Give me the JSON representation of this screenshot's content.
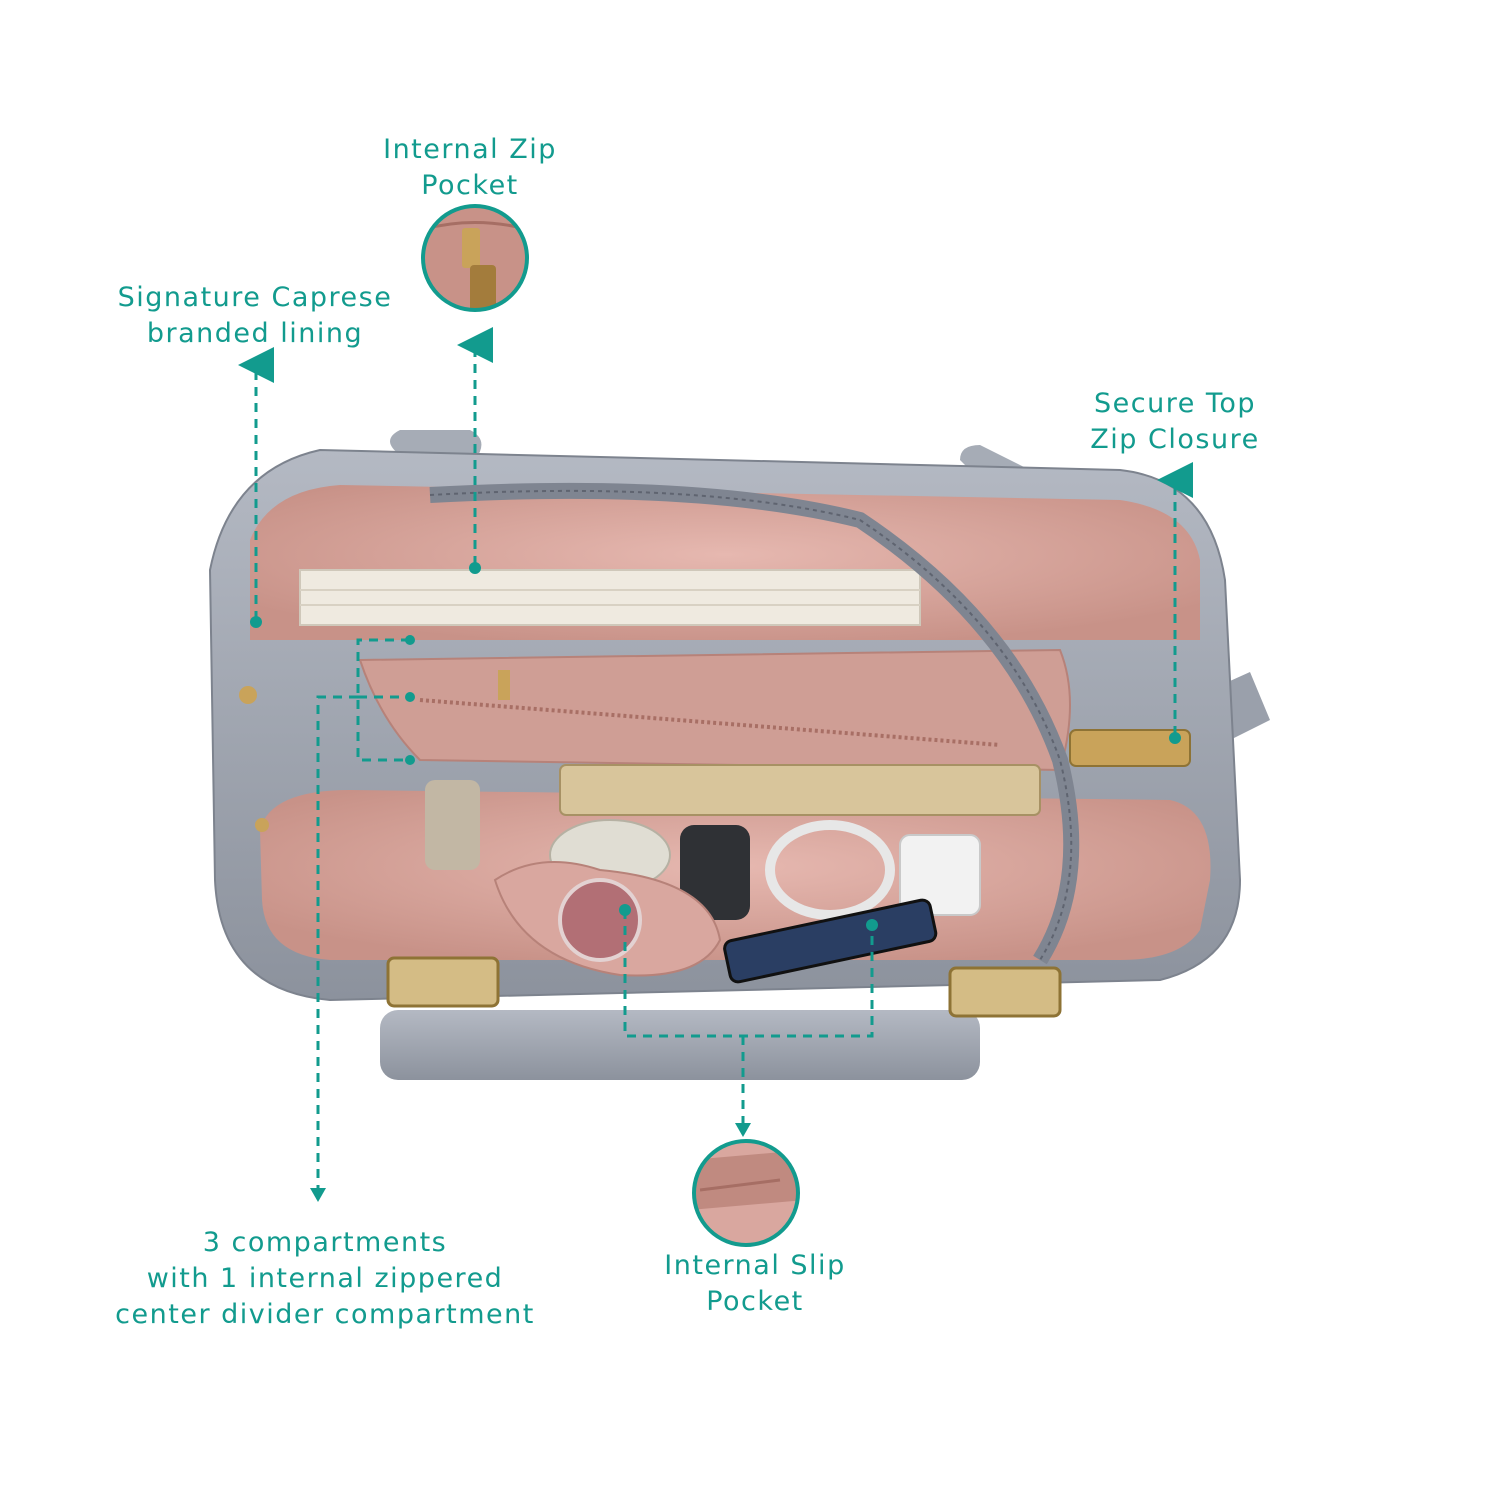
{
  "accent_color": "#129b8e",
  "lining_color": "#d9a79f",
  "bag_color": "#9aa0ab",
  "callouts": {
    "internal_zip": {
      "line1": "Internal Zip",
      "line2": "Pocket"
    },
    "lining": {
      "line1": "Signature Caprese",
      "line2": "branded lining"
    },
    "top_zip": {
      "line1": "Secure Top",
      "line2": "Zip Closure"
    },
    "compartments": {
      "line1": "3 compartments",
      "line2": "with 1 internal zippered",
      "line3": "center divider compartment"
    },
    "slip_pocket": {
      "line1": "Internal Slip",
      "line2": "Pocket"
    }
  }
}
